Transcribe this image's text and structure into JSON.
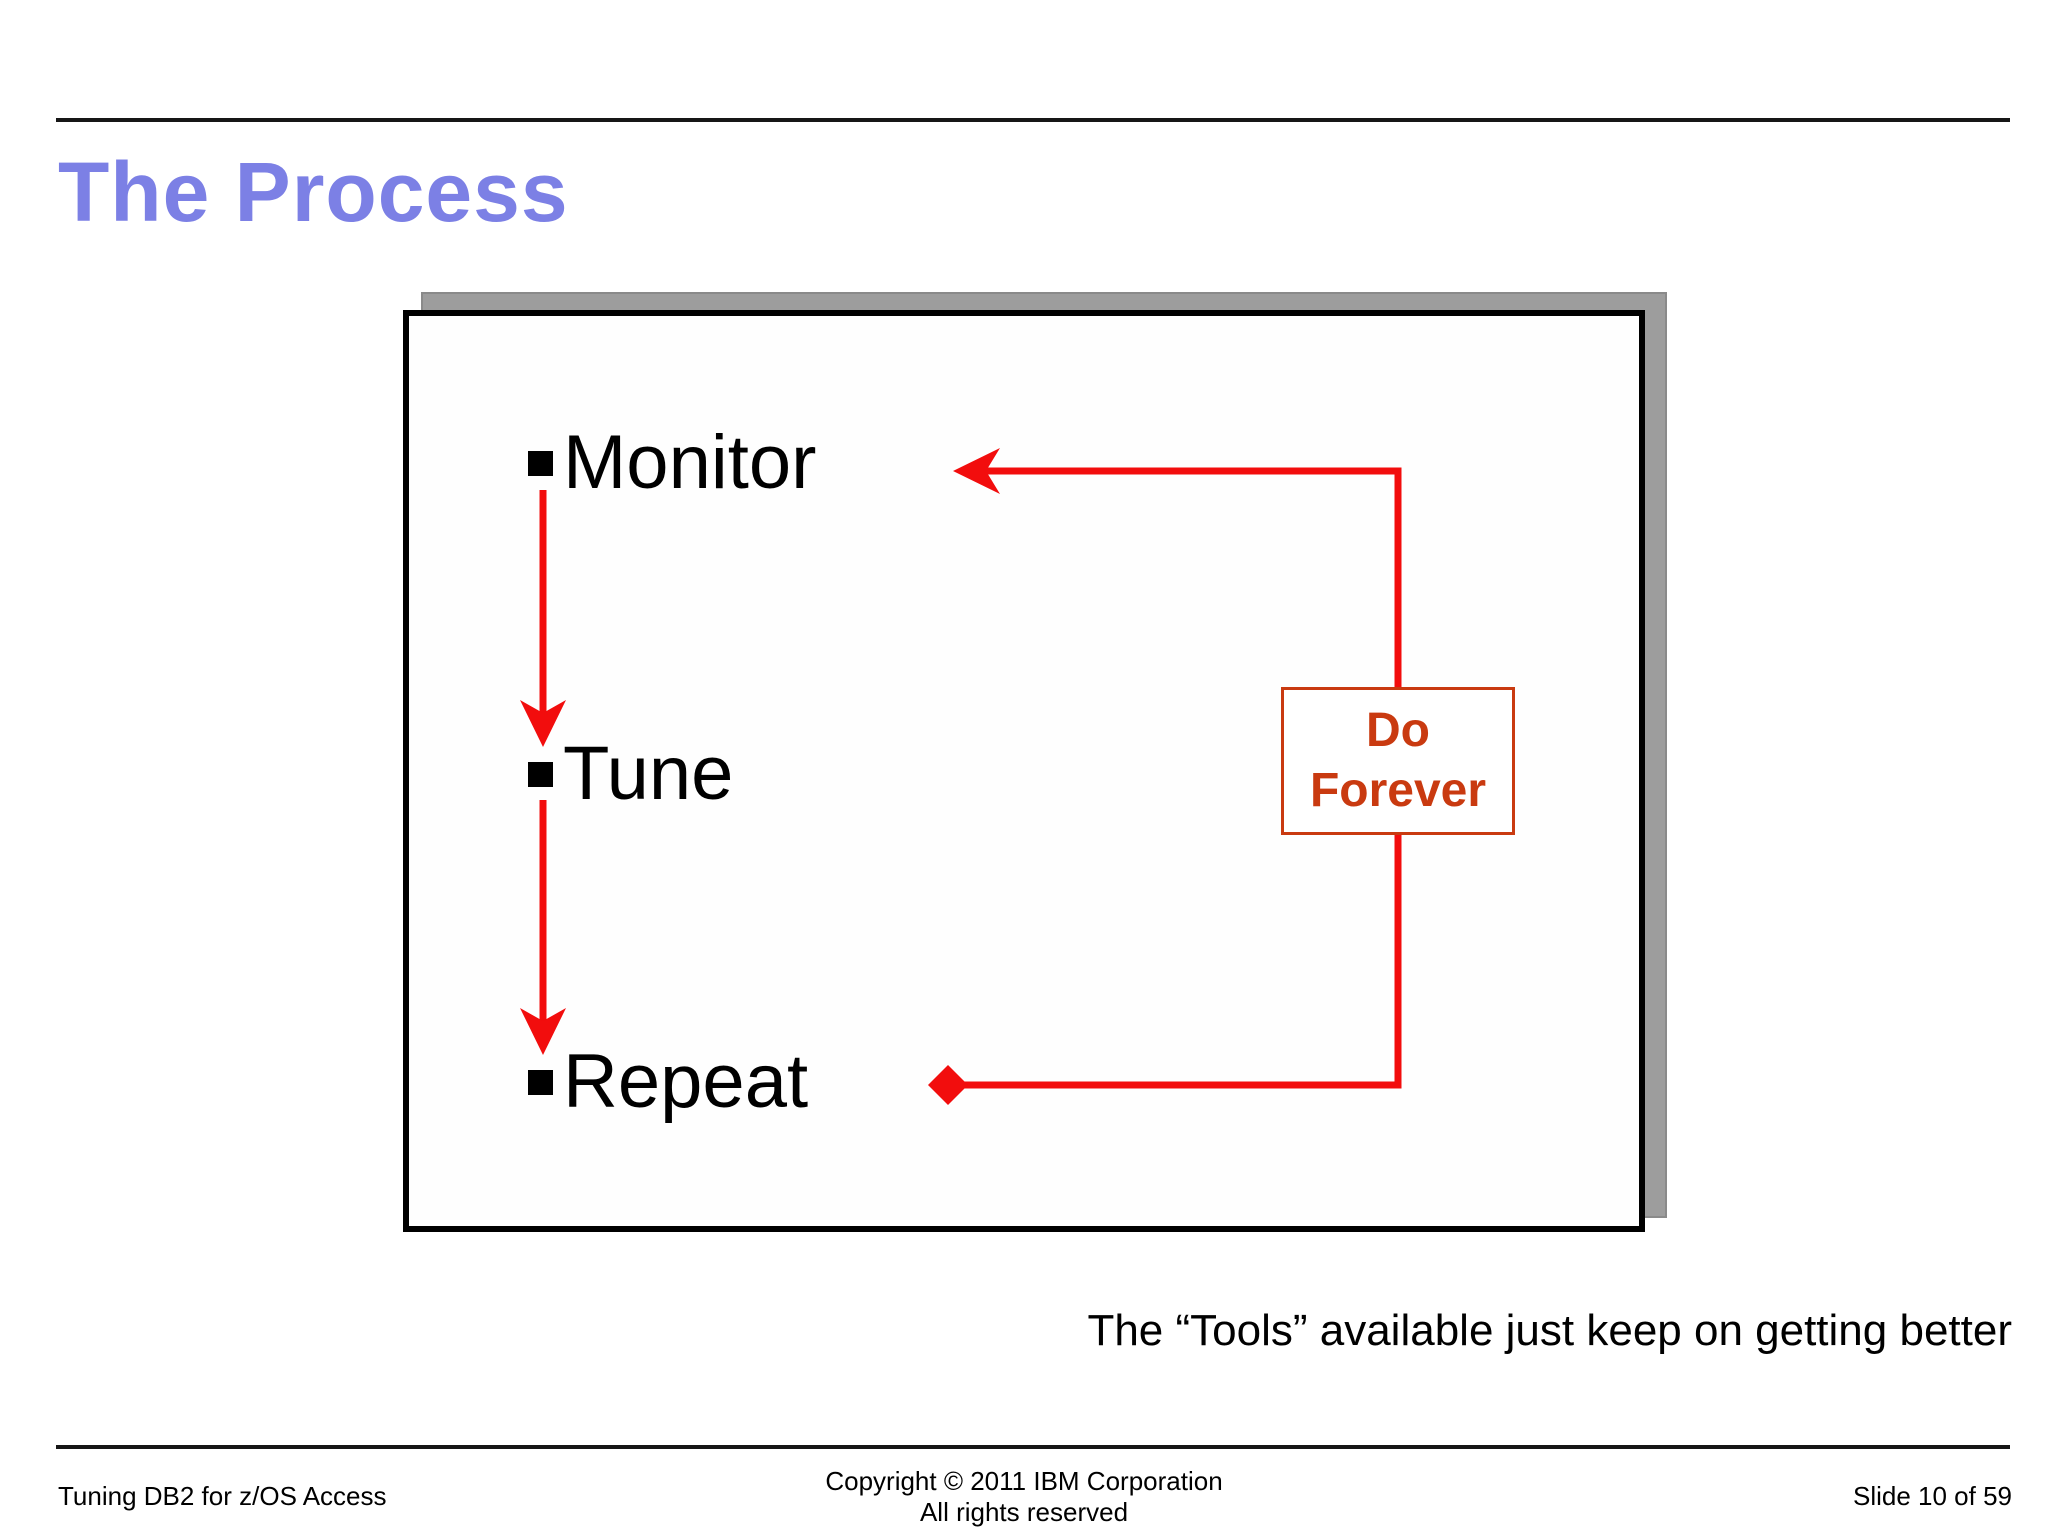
{
  "title": "The Process",
  "items": [
    {
      "label": "Monitor"
    },
    {
      "label": "Tune"
    },
    {
      "label": "Repeat"
    }
  ],
  "loop_box": {
    "line1": "Do",
    "line2": "Forever"
  },
  "caption": "The “Tools” available just keep on getting better",
  "footer": {
    "left": "Tuning DB2 for z/OS Access",
    "center_line1": "Copyright © 2011 IBM Corporation",
    "center_line2": "All rights reserved",
    "right": "Slide 10 of 59"
  },
  "icons": {
    "bullet": "black-square-bullet-icon",
    "down_arrow": "red-down-arrow-icon",
    "loop_arrow": "red-left-arrow-loop-icon",
    "diamond": "red-diamond-endpoint-icon"
  },
  "colors": {
    "title": "#7c80e5",
    "arrow_red": "#f20d0d",
    "loop_box_red": "#c93a10",
    "shadow_gray": "#9d9d9d",
    "rule": "#161616"
  }
}
